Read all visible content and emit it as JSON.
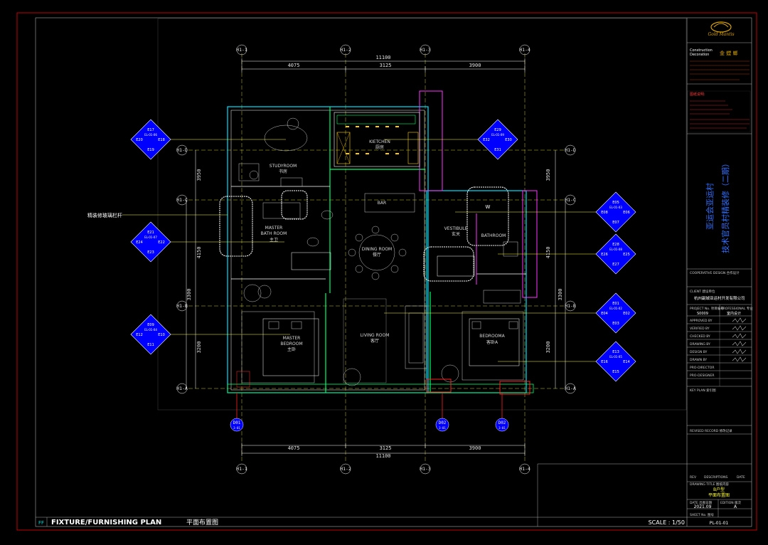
{
  "drawing": {
    "title_en": "FIXTURE/FURNISHING PLAN",
    "title_cn": "平面布置图",
    "scale": "SCALE : 1/50",
    "sheet_tag": "FF"
  },
  "rooms": {
    "study": [
      "STUDYROOM",
      "书房"
    ],
    "kitchen": [
      "KIETCHEN",
      "厨房"
    ],
    "bar": "BAR",
    "master_bath": [
      "MASTER",
      "BATH ROOM",
      "主卫"
    ],
    "dining": [
      "DINING ROOM",
      "餐厅"
    ],
    "vestibule": [
      "VESTIBULE",
      "玄关"
    ],
    "bathroom": "BATHROOM",
    "master_bedroom": [
      "MASTER",
      "BEDROOM",
      "主卧"
    ],
    "living": [
      "LIVING ROOM",
      "客厅"
    ],
    "bedroom_a": [
      "BEDROOMA",
      "客卧A"
    ]
  },
  "annotations": {
    "railing": "精装修玻璃栏杆",
    "w_mark": "W"
  },
  "grid_axes": {
    "top": [
      "H1-1",
      "H1-2",
      "H1-3",
      "H1-4"
    ],
    "bottom": [
      "H1-1",
      "H1-2",
      "H1-3",
      "H1-4"
    ],
    "left": [
      "H1-D",
      "H1-C",
      "H1-B",
      "H1-A"
    ],
    "right": [
      "H1-D",
      "H1-C",
      "H1-B",
      "H1-A"
    ]
  },
  "dimensions": {
    "total": "11100",
    "top_segments": [
      "4075",
      "3125",
      "3900"
    ],
    "left_segments": [
      "3950",
      "4150",
      "3200"
    ],
    "left_outer": "3300",
    "right_segments": [
      "3950",
      "4150",
      "3200"
    ],
    "right_outer": "3300"
  },
  "doors": [
    {
      "id": "D01",
      "sheet": "3-01"
    },
    {
      "id": "D02",
      "sheet": "3-01"
    },
    {
      "id": "D02",
      "sheet": "3-01"
    }
  ],
  "elevation_markers": [
    {
      "labels": [
        "E17",
        "E20",
        "E18",
        "E19"
      ],
      "sheet": "EL-01-06"
    },
    {
      "labels": [
        "E21",
        "E24",
        "E22",
        "E23"
      ],
      "sheet": "EL-01-07"
    },
    {
      "labels": [
        "E09",
        "E12",
        "E10",
        "E11"
      ],
      "sheet": "EL-01-04"
    },
    {
      "labels": [
        "E29",
        "E32",
        "E30",
        "E31"
      ],
      "sheet": "EL-01-09"
    },
    {
      "labels": [
        "E05",
        "E08",
        "E06",
        "E07"
      ],
      "sheet": "EL-01-03"
    },
    {
      "labels": [
        "E28",
        "E26",
        "E25",
        "E27"
      ],
      "sheet": "EL-01-08"
    },
    {
      "labels": [
        "E01",
        "E04",
        "E02",
        "E03"
      ],
      "sheet": "EL-01-02"
    },
    {
      "labels": [
        "E13",
        "E16",
        "E14",
        "E15"
      ],
      "sheet": "EL-01-05"
    }
  ],
  "title_block": {
    "company_en_1": "Construction",
    "company_en_2": "Decoration",
    "company_cn": "金 螳 螂",
    "notes_title": "图纸说明:",
    "project_cn": "亚运会亚运村",
    "project_cn_2": "技术官员村精装修（二期）",
    "cooperative_design": "COOPERATIVE DESIGN 合作设计",
    "client_label": "CLIENT 建设单位",
    "client_name": "杭州副城亚运村开发有限公司",
    "project_no_label": "PROJECT No. 项目编号",
    "project_no": "S0009",
    "professional_label": "PROFESSIONAL 专业",
    "professional": "室内设计",
    "signoffs": [
      "APPROVED BY",
      "VERIFIED BY",
      "CHECKED BY",
      "DRAWING BY",
      "DESIGN BY",
      "DRAWN BY",
      "PRO-DIRECTOR",
      "PRO-DESIGNER"
    ],
    "key_plan": "KEY PLAN 索引图",
    "revised_records": "REVISED RECORD 修改记录",
    "rev_headers": [
      "REV",
      "DESCRIPTIONS",
      "DATE"
    ],
    "drawing_title_label": "DRAWING TITLE 图纸内容",
    "drawing_title": [
      "B户型",
      "平面布置图"
    ],
    "date_label": "DATE 出图日期",
    "date": "2021.09",
    "edition_label": "EDITION 版次",
    "edition": "A",
    "sheet_label": "SHEET No. 图号",
    "sheet_no": "PL-01-01"
  }
}
